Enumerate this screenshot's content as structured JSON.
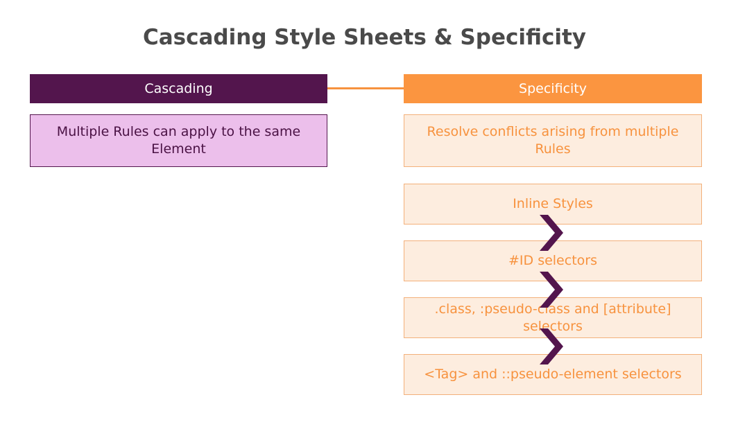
{
  "title": "Cascading Style Sheets & Specificity",
  "left": {
    "header": "Cascading",
    "description": "Multiple Rules can apply to the same Element"
  },
  "right": {
    "header": "Specificity",
    "description": "Resolve conflicts arising from multiple Rules",
    "levels": [
      "Inline Styles",
      "#ID selectors",
      ".class, :pseudo-class and [attribute] selectors",
      "<Tag> and ::pseudo-element selectors"
    ]
  },
  "colors": {
    "purple": "#53154d",
    "orange": "#fb9540",
    "light_purple": "#ecbfeb",
    "light_orange": "#fdeddf"
  },
  "icons": {
    "arrow": "chevron-right-icon"
  }
}
